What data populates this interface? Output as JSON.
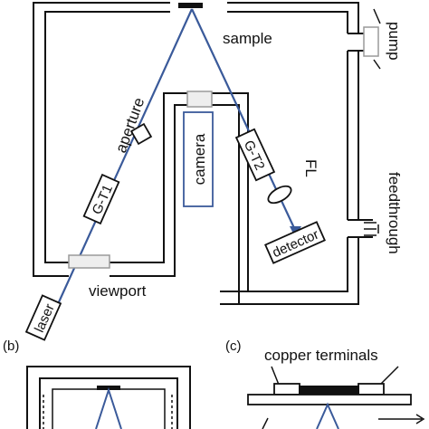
{
  "labels": {
    "sample": "sample",
    "pump": "pump",
    "aperture": "aperture",
    "camera": "camera",
    "gt1": "G-T1",
    "gt2": "G-T2",
    "fl": "FL",
    "feedthrough": "feedthrough",
    "detector": "detector",
    "viewport": "viewport",
    "laser": "laser",
    "panel_b": "(b)",
    "panel_c": "(c)",
    "copper_terminals": "copper terminals"
  },
  "colors": {
    "beam": "#3a5a9a",
    "line": "#111111",
    "window_fill": "#eeeeee",
    "window_stroke": "#9a9a9a",
    "background": "#ffffff"
  }
}
